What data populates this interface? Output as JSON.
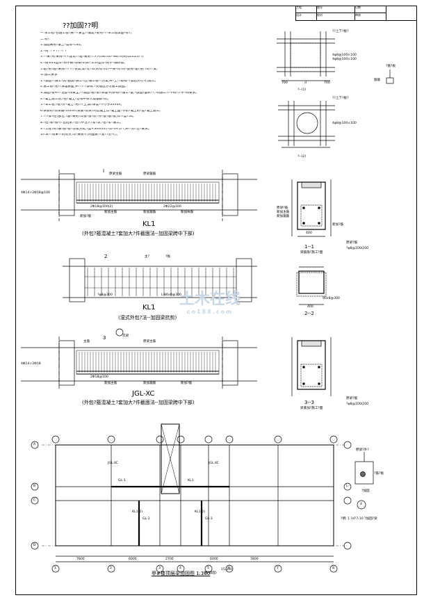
{
  "notes": {
    "title": "??加固??明",
    "lines": [
      "一.本工程?已由工程?算???安全??鑑定?委托???本工程加固?修?。",
      "二.材?:",
      "1.加固采用?凝土?度等?C40。",
      "2.?材:  ?  P  ??  ??  ?",
      "3.??采?用:采用?<<建筑??粘?采用??>>(GB700--88)?的材Q235(3??).",
      "4.?接:E43型焊?用于钢?与钢?的焊?,E50型焊?用于?筋焊接。",
      "5.粘?用?粘?采用??????更高,新?老?料,所有?料?一律?的?的?使用?粘?用??的??法。",
      "三.施工要求:",
      "1.?加固??施工?具?由其?施工?位?施工程??方案,并?上??取得??意后方可?行施工。",
      "2.施工前?先??清理表面,并?????卸荷,?完成后方可施工加固。",
      "3.加固?程中??注意?构安全,??加固?粘?前?清理?的杂物??施工?量,?加固?面积??,?的施工??不得?少于?构要求。",
      "4.?凝土施工前,?在?凝土?合物中掺入适量膨?剂。",
      "5.?本工程,?板?外?凝土?用???土,其?厚度?不小于20mm。",
      "6.梁底的?原梁筋?20mm,梁底?原梁?的混凝土以?凝土面?于新?凝土的?度?凝土施工。",
      "7.???梁?柱?部位,?筋?采用?焊接?接?原?件?接?筋?接,焊??度?5d。",
      "8.?在?梁?接?(?包括梁,?柱?)中注入?浆?筑,?密?浆?施工。",
      "9.?工程?的?筋?接?接?焊接方式,?度<300mm,?焊?d<5??,并??原?合?要求。",
      "10.本??尚未??的地方,均?按照?行的国家??建??范?行。"
    ]
  },
  "title_block": {
    "cells": [
      "工程",
      "图号",
      "日期",
      "设计",
      "校对",
      "审核"
    ]
  },
  "details": {
    "d1_caption": "?--(1)",
    "d2_caption": "?--(2)",
    "d1_note1": "??上下?板?",
    "d2_note1": "??上下?板?",
    "dims": [
      "700",
      "d",
      "700"
    ],
    "small_notes": [
      "4φ8@100×100",
      "4φ8@100×100",
      "4φ8@100×100"
    ],
    "side_label": "箍筋",
    "side_label2": "?筋?板"
  },
  "kl1": {
    "label": "KL1",
    "caption": "(外包?箍混凝土?套加大?件截面法--加固梁跨中下部)",
    "notes": [
      "原梁主筋",
      "原梁箍筋",
      "新加主筋",
      "新加箍筋",
      "新加纵筋",
      "新加?筋"
    ],
    "sec1": "I",
    "sec_a": "4Φ14+2Φ18@100",
    "sec_b": "2Φ18@100(2)",
    "sec_c": "2Φ22@100"
  },
  "kl1b": {
    "label": "KL1",
    "caption": "(湿式外包?法--加固梁抗剪)",
    "sec": "2",
    "note1": "主?",
    "note2": "?板",
    "note3": "?φ8@300",
    "note4": "L-80x8@300"
  },
  "jgl": {
    "label": "JGL-XC",
    "caption": "(外包?箍混凝土?套加大?件截面法--加固梁跨中下部)",
    "sec": "3",
    "notes": [
      "主筋",
      "次梁",
      "原梁主筋",
      "新加主筋",
      "新加箍筋",
      "新加?筋"
    ],
    "sec_a": "4Φ14+2Φ18",
    "sec_b": "2Φ18@100"
  },
  "sections": {
    "s1_title": "1--1",
    "s1_sub": "梁箍筋?施工?面",
    "s2_title": "2--2",
    "s3_title": "3--3",
    "s3_sub": "梁底加?施工?面",
    "dim400": "400",
    "s1_note": "原梁?筋",
    "s1_note2": "新加主筋",
    "s1_note3": "新加箍筋",
    "s1_note4": "新加?筋",
    "s1_right1": "原梁?筋",
    "s1_right2": "?φ8@100/200",
    "s2_note": "90x8@300",
    "s3_right1": "原梁?筋",
    "s3_right2": "?φ8@100/200"
  },
  "plan": {
    "title": "甲#楼顶层梁加固图 1:100",
    "title_note": "(梁?加固)",
    "elev": "15.300",
    "col_letters": [
      "A",
      "B",
      "C",
      "D"
    ],
    "row_nums": [
      "1",
      "2",
      "3",
      "4",
      "5",
      "6",
      "7",
      "8"
    ],
    "dims": [
      "7800",
      "6000",
      "2700",
      "6000",
      "7800"
    ],
    "labels": [
      "JGL-XC",
      "KL1(2)",
      "KL1(2)",
      "KL1",
      "JGL-XC"
    ],
    "beam_marks": [
      "GL-1",
      "GL-2",
      "GL-3"
    ]
  },
  "small_detail": {
    "n1": "原梁?外?",
    "n2": "?筋?板",
    "n3": "?加固",
    "n4": "L--",
    "circle": "4",
    "note": "?明: 1.?d?7-10 ?加固?梁"
  },
  "watermark": {
    "main": "土木在线",
    "sub": "co188.com"
  }
}
